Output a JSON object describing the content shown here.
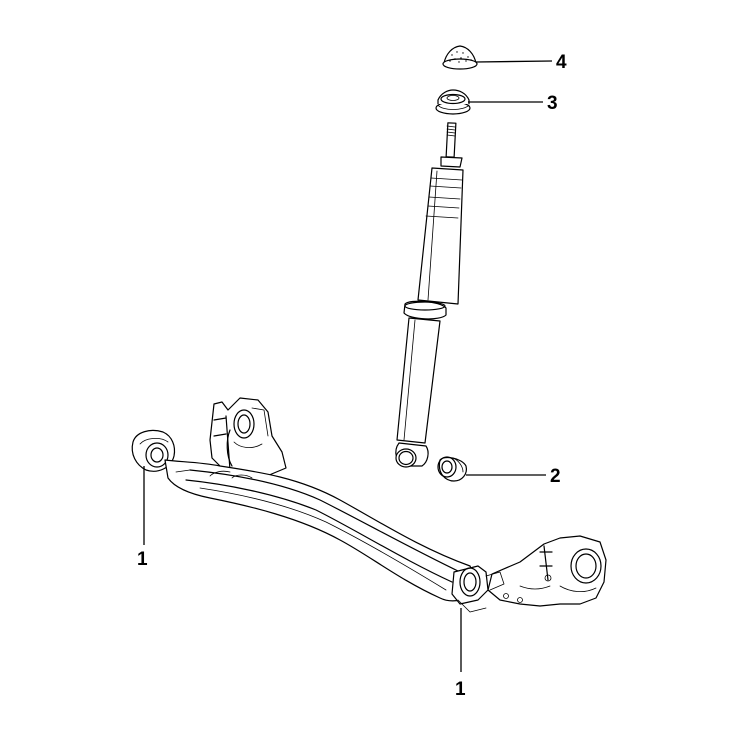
{
  "callouts": {
    "label_4": "4",
    "label_3": "3",
    "label_2": "2",
    "label_1_left": "1",
    "label_1_bottom": "1"
  },
  "colors": {
    "line": "#000000",
    "background": "#ffffff"
  }
}
